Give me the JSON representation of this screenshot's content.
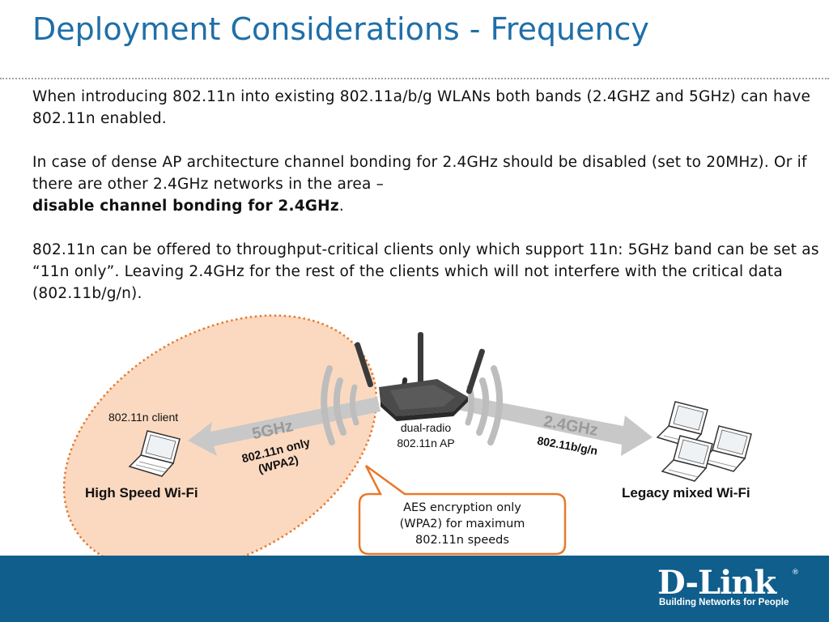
{
  "slide": {
    "title": "Deployment Considerations - Frequency",
    "paragraphs": {
      "p1": "When introducing 802.11n into existing 802.11a/b/g WLANs both bands (2.4GHZ and 5GHz) can have 802.11n enabled.",
      "p2_part1": "In case of dense AP architecture channel bonding for 2.4GHz should be disabled (set to 20MHz). Or if there are other 2.4GHz networks in the area –",
      "p2_bold": "disable channel bonding for 2.4GHz",
      "p2_end": ".",
      "p3": "802.11n can be offered to throughput-critical clients only which support 11n: 5GHz band can be set as “11n only”. Leaving 2.4GHz for the rest of the clients which will not interfere with the critical data (802.11b/g/n)."
    }
  },
  "diagram": {
    "client_label": "802.11n client",
    "high_speed_label": "High Speed Wi-Fi",
    "ap_label_line1": "dual-radio",
    "ap_label_line2": "802.11n AP",
    "band_5ghz": "5GHz",
    "band_5ghz_sub1": "802.11n only",
    "band_5ghz_sub2": "(WPA2)",
    "band_24ghz": "2.4GHz",
    "band_24ghz_sub": "802.11b/g/n",
    "legacy_label": "Legacy mixed Wi-Fi",
    "callout_line1": "AES encryption only",
    "callout_line2": "(WPA2) for maximum",
    "callout_line3": "802.11n speeds"
  },
  "brand": {
    "logo_text": "D-Link",
    "registered": "®",
    "tagline": "Building Networks for People"
  },
  "colors": {
    "title": "#1f6fa8",
    "footer": "#0f5e8c",
    "zone_fill": "#fbd9c0",
    "zone_border": "#e8782a",
    "arrow": "#c8c8c8"
  },
  "icons": [
    "laptop-icon",
    "access-point-icon",
    "wifi-waves-icon",
    "logo"
  ]
}
